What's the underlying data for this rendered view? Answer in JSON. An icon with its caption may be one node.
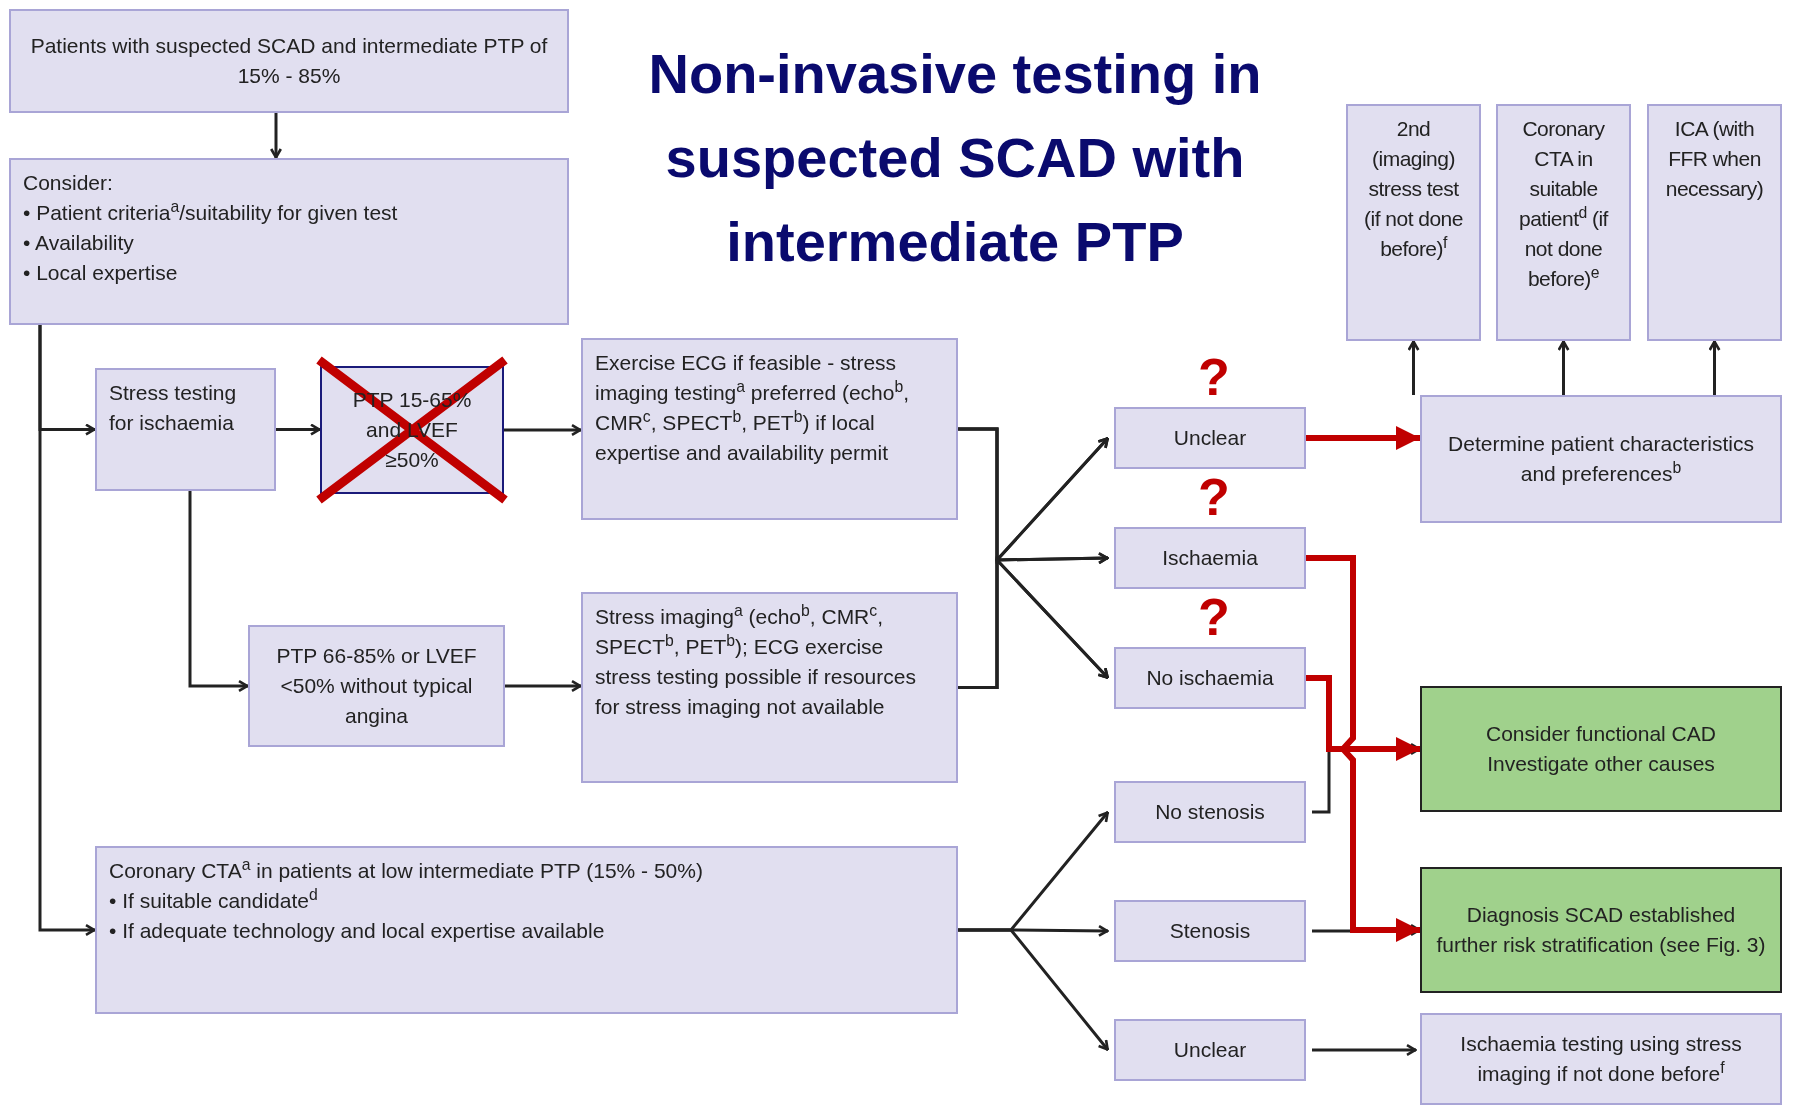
{
  "diagram": {
    "title": "Non-invasive testing in suspected SCAD with intermediate PTP",
    "nodes": [
      {
        "text": [
          "Patients with suspected SCAD and intermediate PTP of 15% - 85%"
        ]
      },
      {
        "text": [
          "Consider:",
          "• Patient criteria$^{a}$/suitability for given test",
          "• Availability",
          "• Local expertise"
        ]
      },
      {
        "text": [
          "Stress testing for ischaemia"
        ]
      },
      {
        "text": [
          "PTP 15-65% and LVEF ≥50%"
        ]
      },
      {
        "text": [
          "Exercise ECG if feasible - stress imaging testing$^{a}$ preferred (echo$^{b}$, CMR$^{c}$, SPECT$^{b}$, PET$^{b}$) if local expertise and availability permit"
        ]
      },
      {
        "text": [
          "PTP 66-85% or LVEF <50% without typical angina"
        ]
      },
      {
        "text": [
          "Stress imaging$^{a}$ (echo$^{b}$, CMR$^{c}$, SPECT$^{b}$, PET$^{b}$); ECG exercise stress testing possible if resources for stress imaging not available"
        ]
      },
      {
        "text": [
          "Coronary CTA$^{a}$ in patients at low intermediate PTP (15% - 50%)",
          "• If suitable candidate$^{d}$",
          "• If adequate technology and local expertise available"
        ]
      },
      {
        "text": [
          "Unclear"
        ]
      },
      {
        "text": [
          "Ischaemia"
        ]
      },
      {
        "text": [
          "No ischaemia"
        ]
      },
      {
        "text": [
          "No stenosis"
        ]
      },
      {
        "text": [
          "Stenosis"
        ]
      },
      {
        "text": [
          "Unclear"
        ]
      },
      {
        "text": [
          "2nd (imaging) stress test (if not done before)$^{f}$"
        ]
      },
      {
        "text": [
          "Coronary CTA in suitable patient$^{d}$ (if not done before)$^{e}$"
        ]
      },
      {
        "text": [
          "ICA (with FFR when necessary)"
        ]
      },
      {
        "text": [
          "Determine patient characteristics and preferences$^{b}$"
        ]
      },
      {
        "text": [
          "Consider functional CAD",
          "Investigate other causes"
        ]
      },
      {
        "text": [
          "Diagnosis SCAD established further risk stratification (see Fig. 3)"
        ]
      },
      {
        "text": [
          "Ischaemia testing using stress imaging if not done before$^{f}$"
        ]
      }
    ],
    "edges": [
      {
        "from": 0,
        "to": 1,
        "arrow": "to"
      },
      {
        "from": 1,
        "to": 2,
        "arrow": "to"
      },
      {
        "from": 1,
        "to": 7,
        "arrow": "to"
      },
      {
        "from": 2,
        "to": 3,
        "arrow": "to"
      },
      {
        "from": 3,
        "to": 4,
        "arrow": "to"
      },
      {
        "from": 2,
        "to": 5,
        "arrow": "to"
      },
      {
        "from": 5,
        "to": 6,
        "arrow": "to"
      },
      {
        "from": 4,
        "to": 8,
        "arrow": "to"
      },
      {
        "from": 4,
        "to": 9,
        "arrow": "to"
      },
      {
        "from": 4,
        "to": 10,
        "arrow": "to"
      },
      {
        "from": 6,
        "to": 8,
        "arrow": "to"
      },
      {
        "from": 6,
        "to": 9,
        "arrow": "to"
      },
      {
        "from": 6,
        "to": 10,
        "arrow": "to"
      },
      {
        "from": 7,
        "to": 11,
        "arrow": "to"
      },
      {
        "from": 7,
        "to": 12,
        "arrow": "to"
      },
      {
        "from": 7,
        "to": 13,
        "arrow": "to"
      },
      {
        "from": 8,
        "to": 17,
        "arrow": "to",
        "style": "thick",
        "color": "#c00000"
      },
      {
        "from": 17,
        "to": 14,
        "arrow": "to"
      },
      {
        "from": 17,
        "to": 15,
        "arrow": "to"
      },
      {
        "from": 17,
        "to": 16,
        "arrow": "to"
      },
      {
        "from": 9,
        "to": 19,
        "arrow": "to",
        "style": "thick",
        "color": "#c00000"
      },
      {
        "from": 10,
        "to": 18,
        "arrow": "to",
        "style": "thick",
        "color": "#c00000"
      },
      {
        "from": 11,
        "to": 18,
        "arrow": "to"
      },
      {
        "from": 12,
        "to": 19,
        "arrow": "to"
      },
      {
        "from": 13,
        "to": 20,
        "arrow": "to"
      }
    ],
    "labels": [
      "?",
      "?",
      "?"
    ]
  }
}
